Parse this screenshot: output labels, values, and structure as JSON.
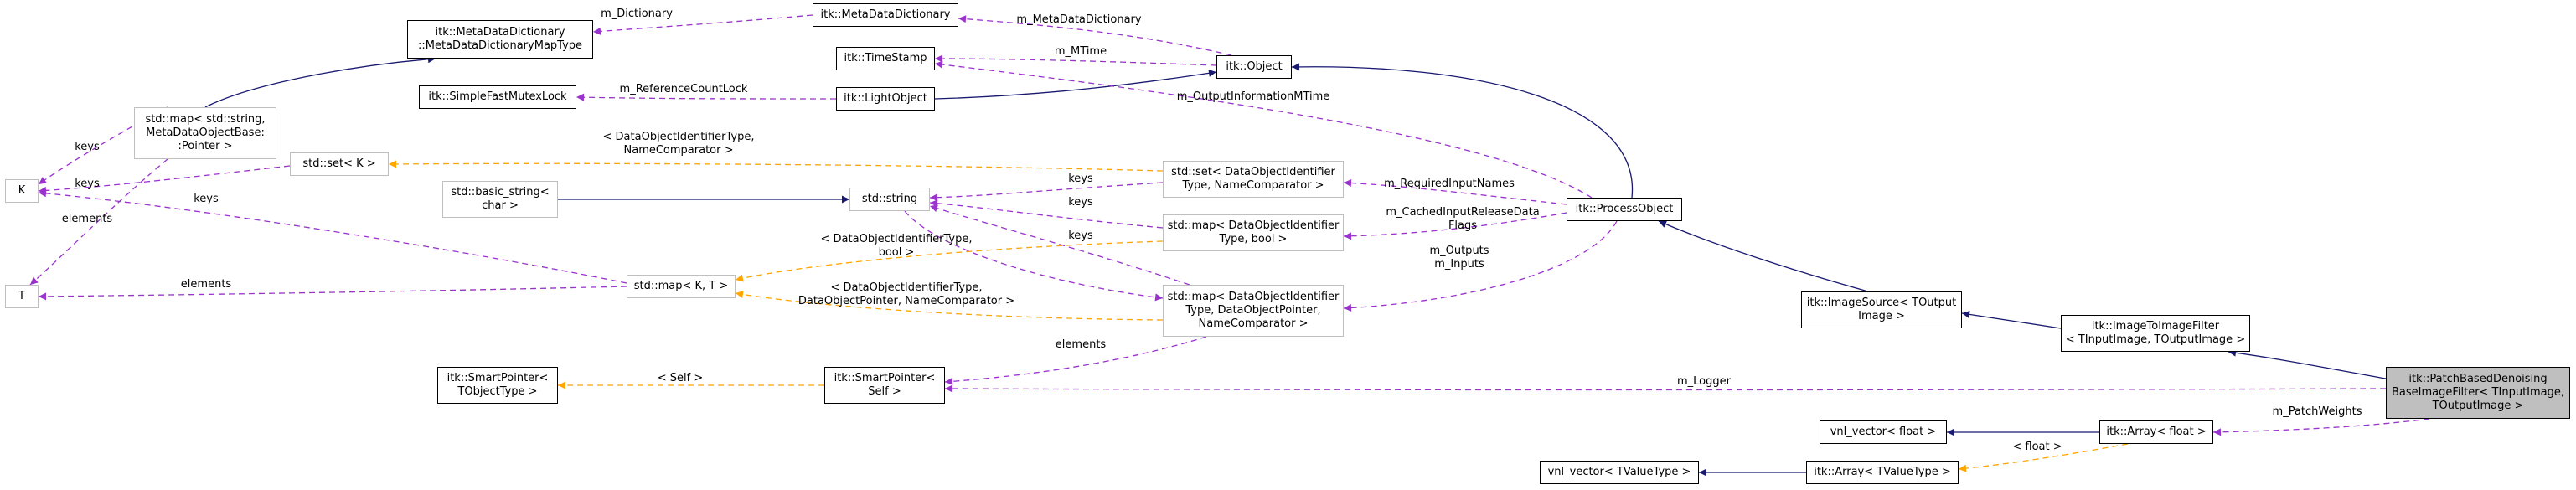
{
  "colors": {
    "member": "#9a32cd",
    "template": "#ffa500",
    "inherit": "#191970",
    "solid_border": "#000000",
    "undoc_border": "#bfbfbf",
    "current_fill": "#bfbfbf"
  },
  "nodes": {
    "mapType": [
      "itk::MetaDataDictionary",
      "::MetaDataDictionaryMapType"
    ],
    "metaDict": [
      "itk::MetaDataDictionary"
    ],
    "timeStamp": [
      "itk::TimeStamp"
    ],
    "object": [
      "itk::Object"
    ],
    "mutexLock": [
      "itk::SimpleFastMutexLock"
    ],
    "lightObject": [
      "itk::LightObject"
    ],
    "stdMapPtr": [
      "std::map< std::string,",
      "MetaDataObjectBase:",
      ":Pointer >"
    ],
    "K": [
      "K"
    ],
    "T": [
      "T"
    ],
    "stdSetK": [
      "std::set< K >"
    ],
    "basicString": [
      "std::basic_string<",
      "char >"
    ],
    "stdString": [
      "std::string"
    ],
    "stdSetNames": [
      "std::set< DataObjectIdentifier",
      "Type, NameComparator >"
    ],
    "stdMapBool": [
      "std::map< DataObjectIdentifier",
      "Type, bool >"
    ],
    "processObject": [
      "itk::ProcessObject"
    ],
    "stdMapKT": [
      "std::map< K, T >"
    ],
    "stdMapPtrs": [
      "std::map< DataObjectIdentifier",
      "Type, DataObjectPointer,",
      "NameComparator >"
    ],
    "imageSource": [
      "itk::ImageSource< TOutput",
      "Image >"
    ],
    "imageToImage": [
      "itk::ImageToImageFilter",
      "< TInputImage, TOutputImage >"
    ],
    "smartPtrT": [
      "itk::SmartPointer<",
      "TObjectType >"
    ],
    "smartPtrSelf": [
      "itk::SmartPointer<",
      "Self >"
    ],
    "patchFilter": [
      "itk::PatchBasedDenoising",
      "BaseImageFilter< TInputImage,",
      "TOutputImage >"
    ],
    "vnlFloat": [
      "vnl_vector< float >"
    ],
    "arrayFloat": [
      "itk::Array< float >"
    ],
    "vnlT": [
      "vnl_vector< TValueType >"
    ],
    "arrayT": [
      "itk::Array< TValueType >"
    ]
  },
  "edge_labels": {
    "m_Dictionary": "m_Dictionary",
    "m_MetaDataDictionary": "m_MetaDataDictionary",
    "m_MTime": "m_MTime",
    "m_ReferenceCountLock": "m_ReferenceCountLock",
    "m_OutputInformationMTime": "m_OutputInformationMTime",
    "keys_map_K": "keys",
    "keys_set_K": "keys",
    "elements_map_T": "elements",
    "setK_template": [
      "< DataObjectIdentifierType,",
      "NameComparator >"
    ],
    "keys_string_set": "keys",
    "keys_string_bool": "keys",
    "keys_string_ptrs": "keys",
    "keys_K_mapKT": "keys",
    "elements_T_mapKT": "elements",
    "m_RequiredInputNames": "m_RequiredInputNames",
    "m_CachedInputReleaseDataFlags": [
      "m_CachedInputReleaseData",
      "Flags"
    ],
    "bool_template": [
      "< DataObjectIdentifierType,",
      "bool >"
    ],
    "ptrs_template": [
      "< DataObjectIdentifierType,",
      "DataObjectPointer, NameComparator >"
    ],
    "m_Outputs_Inputs": [
      "m_Outputs",
      "m_Inputs"
    ],
    "elements_smart": "elements",
    "self_template": "< Self >",
    "m_Logger": "m_Logger",
    "m_PatchWeights": "m_PatchWeights",
    "float_template": "< float >"
  }
}
